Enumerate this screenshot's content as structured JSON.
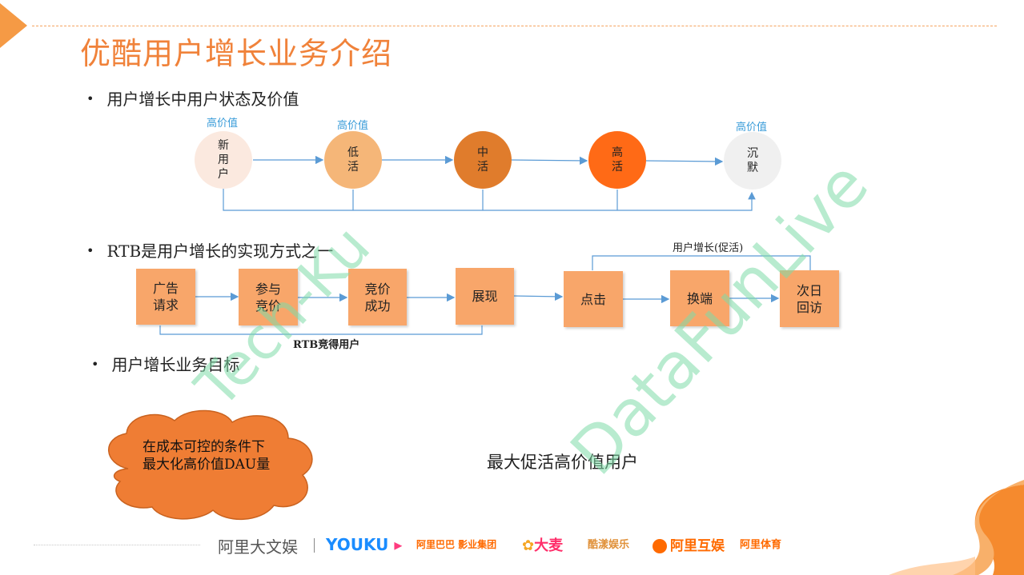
{
  "title": "优酷用户增长业务介绍",
  "bullets": {
    "b1": "用户增长中用户状态及价值",
    "b2": "RTB是用户增长的实现方式之一",
    "b3": "用户增长业务目标"
  },
  "states": {
    "high_value_label": "高价值",
    "new": "新\n用\n户",
    "low": "低\n活",
    "mid": "中\n活",
    "high": "高\n活",
    "silent": "沉\n默"
  },
  "rtb": {
    "ad_request": "广告\n请求",
    "join_bid": "参与\n竞价",
    "bid_success": "竞价\n成功",
    "display": "展现",
    "click": "点击",
    "switch_end": "换端",
    "next_day": "次日\n回访",
    "rtb_label": "RTB竞得用户",
    "growth_label": "用户增长(促活)"
  },
  "goal": {
    "cloud_line1": "在成本可控的条件下",
    "cloud_line2": "最大化高价值DAU量",
    "side_text": "最大促活高价值用户"
  },
  "watermarks": {
    "wm1": "Tech-Ku",
    "wm2": "DataFunLive"
  },
  "footer": {
    "brand": "阿里大文娱",
    "logos": [
      "YOUKU",
      "阿里巴巴 影业集团",
      "大麦",
      "酷漾娱乐",
      "阿里互娱",
      "阿里体育"
    ]
  },
  "colors": {
    "accent": "#f0823a",
    "box": "#f8a66a",
    "new_user": "#fbe9df",
    "low_active": "#f5b678",
    "mid_active": "#e07c2c",
    "high_active": "#ff6a16",
    "silent": "#f0f0f0",
    "cloud": "#ef7d34",
    "arrow": "#5b9bd5",
    "watermark": "#7fdca8"
  }
}
